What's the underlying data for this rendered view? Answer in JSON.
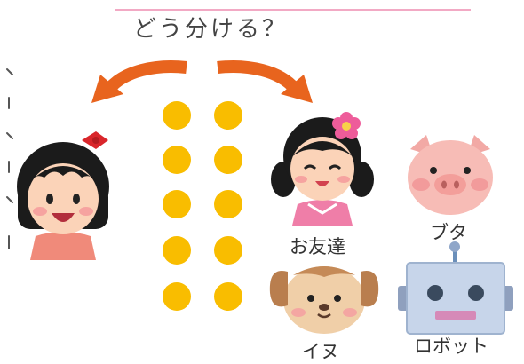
{
  "title": "どう分ける？",
  "labels": {
    "friend": "お友達",
    "pig": "ブタ",
    "dog": "イヌ",
    "robot": "ロボット"
  },
  "colors": {
    "arrow": "#e8641e",
    "dot": "#f9bd00",
    "accent_line": "#f2a9c4"
  },
  "icons": [
    "left-arrow-icon",
    "right-arrow-icon",
    "girl-ribbon-icon",
    "girl-flower-icon",
    "pig-icon",
    "dog-icon",
    "robot-icon"
  ]
}
